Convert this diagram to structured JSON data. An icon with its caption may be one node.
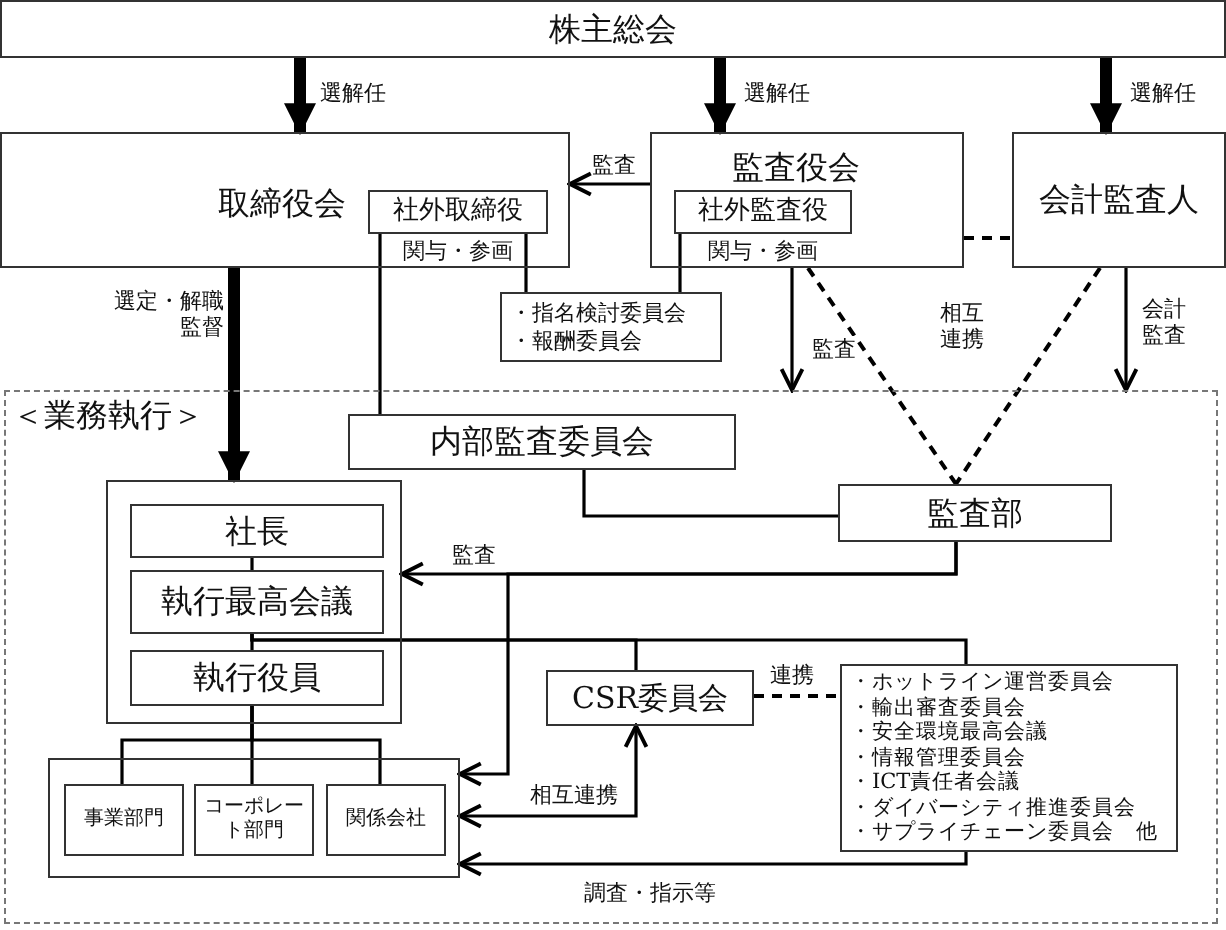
{
  "diagram": {
    "nodes": [
      {
        "text": [
          "株主総会"
        ]
      },
      {
        "text": [
          "取締役会"
        ]
      },
      {
        "text": [
          "社外取締役"
        ],
        "in": 1,
        "beside": [
          "関与・参画"
        ]
      },
      {
        "text": [
          "監査役会"
        ]
      },
      {
        "text": [
          "社外監査役"
        ],
        "in": 3,
        "beside": [
          "関与・参画"
        ]
      },
      {
        "text": [
          "会計監査人"
        ]
      },
      {
        "text": [
          "・指名検討委員会",
          "・報酬委員会"
        ]
      },
      {
        "text": [
          "＜業務執行＞"
        ]
      },
      {
        "text": [
          "内部監査委員会"
        ],
        "in": 7
      },
      {
        "text": [
          "監査部"
        ],
        "in": 7
      },
      {
        "text": [],
        "shape": "box",
        "in": 7
      },
      {
        "text": [
          "社長"
        ],
        "in": 10
      },
      {
        "text": [
          "執行最高会議"
        ],
        "in": 10
      },
      {
        "text": [
          "執行役員"
        ],
        "in": 10
      },
      {
        "text": [],
        "shape": "box",
        "in": 7
      },
      {
        "text": [
          "事業部門"
        ],
        "in": 14
      },
      {
        "text": [
          "コーポレート部門"
        ],
        "in": 14
      },
      {
        "text": [
          "関係会社"
        ],
        "in": 14
      },
      {
        "text": [
          "CSR委員会"
        ],
        "in": 7
      },
      {
        "text": [
          "・ホットライン運営委員会",
          "・輸出審査委員会",
          "・安全環境最高会議",
          "・情報管理委員会",
          "・ICT責任者会議",
          "・ダイバーシティ推進委員会",
          "・サプライチェーン委員会　他"
        ],
        "in": 7
      }
    ],
    "edges": [
      {
        "from": 0,
        "to": 1,
        "arrow": "to",
        "style": "thick",
        "label": "選解任"
      },
      {
        "from": 0,
        "to": 3,
        "arrow": "to",
        "style": "thick",
        "label": "選解任"
      },
      {
        "from": 0,
        "to": 5,
        "arrow": "to",
        "style": "thick",
        "label": "選解任"
      },
      {
        "from": 3,
        "to": 1,
        "arrow": "to",
        "label": "監査"
      },
      {
        "from": 3,
        "to": 5,
        "arrow": "none",
        "style": "dashed"
      },
      {
        "from": 2,
        "to": 8,
        "arrow": "none"
      },
      {
        "from": 2,
        "to": 6,
        "arrow": "none"
      },
      {
        "from": 4,
        "to": 6,
        "arrow": "none"
      },
      {
        "from": 1,
        "to": 10,
        "arrow": "to",
        "style": "thick",
        "label": "選定・解職監督"
      },
      {
        "from": 3,
        "to": 7,
        "arrow": "to",
        "label": "監査"
      },
      {
        "from": 5,
        "to": 7,
        "arrow": "to",
        "label": "会計監査"
      },
      {
        "from": 3,
        "to": 9,
        "arrow": "none",
        "style": "dashed",
        "label": "相互連携"
      },
      {
        "from": 5,
        "to": 9,
        "arrow": "none",
        "style": "dashed"
      },
      {
        "from": 8,
        "to": 9,
        "arrow": "none"
      },
      {
        "from": 9,
        "to": 10,
        "arrow": "to",
        "label": "監査"
      },
      {
        "from": 9,
        "to": 14,
        "arrow": "to"
      },
      {
        "from": 11,
        "to": 12,
        "arrow": "none"
      },
      {
        "from": 12,
        "to": 13,
        "arrow": "none"
      },
      {
        "from": 12,
        "to": 18,
        "arrow": "none"
      },
      {
        "from": 12,
        "to": 19,
        "arrow": "none"
      },
      {
        "from": 13,
        "to": 15,
        "arrow": "none"
      },
      {
        "from": 13,
        "to": 16,
        "arrow": "none"
      },
      {
        "from": 13,
        "to": 17,
        "arrow": "none"
      },
      {
        "from": 18,
        "to": 14,
        "arrow": "both",
        "label": "相互連携"
      },
      {
        "from": 18,
        "to": 19,
        "arrow": "none",
        "style": "dashed",
        "label": "連携"
      },
      {
        "from": 19,
        "to": 14,
        "arrow": "to",
        "label": "調査・指示等"
      }
    ]
  }
}
